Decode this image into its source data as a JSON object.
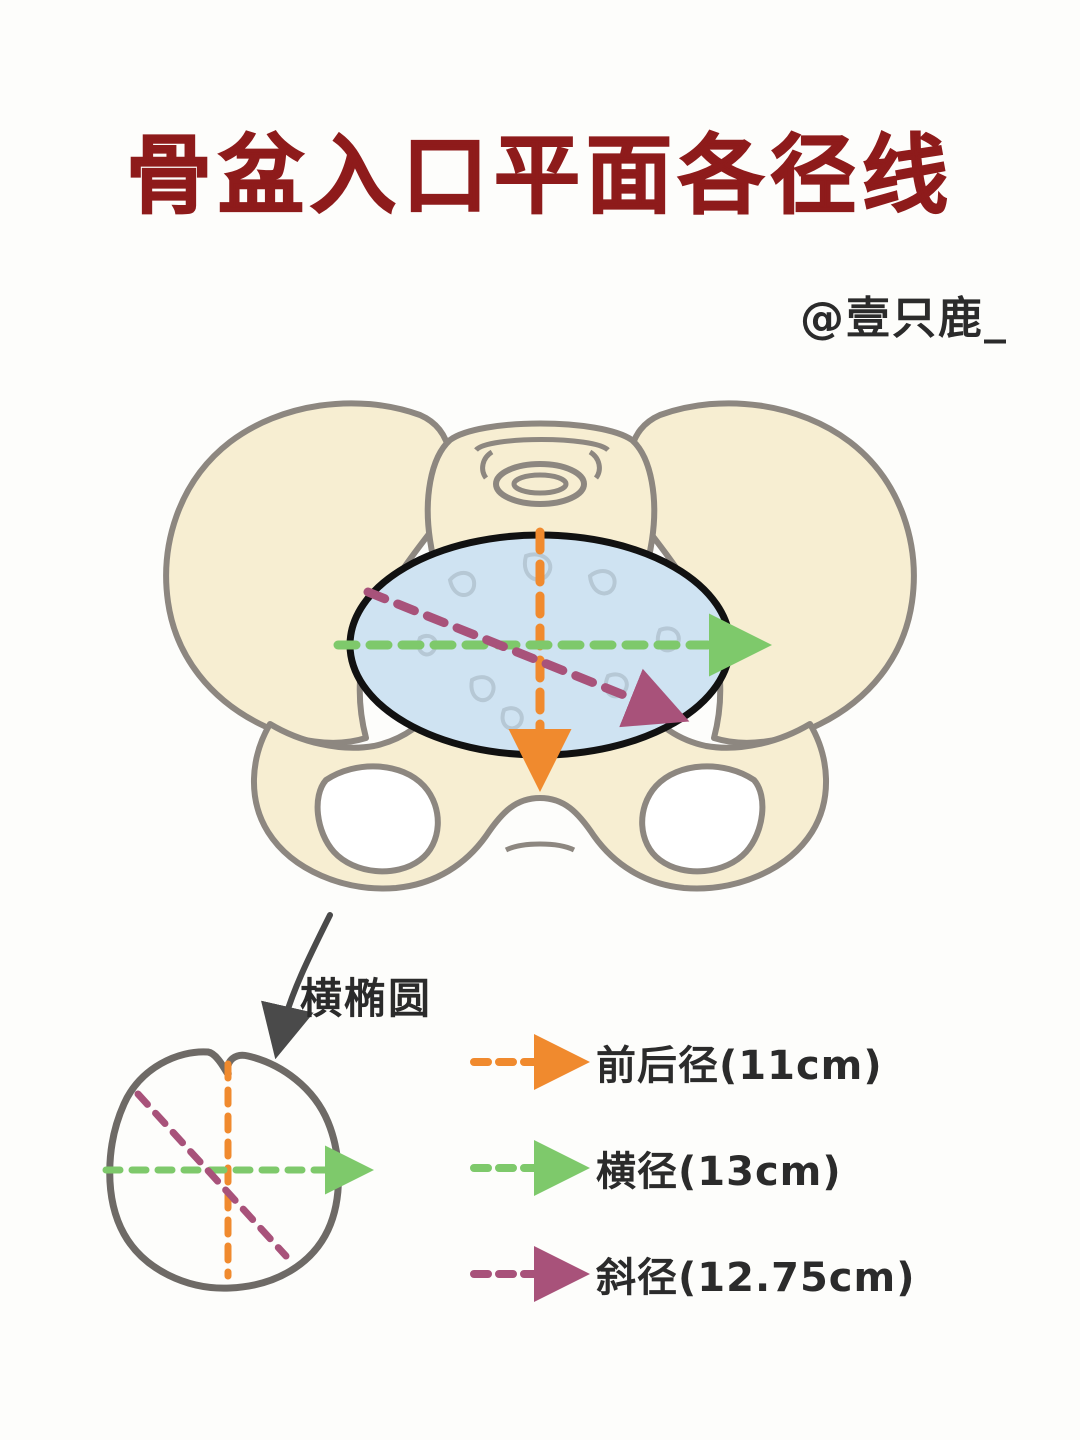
{
  "page": {
    "title": "骨盆入口平面各径线",
    "title_color": "#8e1b1b",
    "handle": "@壹只鹿_",
    "background": "#fdfdfb"
  },
  "diagram": {
    "main_figure_name": "female-pelvis-anterior-view",
    "inlet_shape_label": "横椭圆",
    "bone_fill": "#f7eed2",
    "bone_stroke": "#8d8780",
    "inlet_fill": "#cfe3f2",
    "inlet_stroke": "#111111",
    "small_figure_name": "pelvic-inlet-transverse-oval"
  },
  "legend": {
    "items": [
      {
        "id": "anteroposterior",
        "label": "前后径(11cm)",
        "color": "#f08a2e",
        "value_cm": 11,
        "style": "dashed-arrow"
      },
      {
        "id": "transverse",
        "label": "横径(13cm)",
        "color": "#7ec96b",
        "value_cm": 13,
        "style": "dashed-arrow"
      },
      {
        "id": "oblique",
        "label": "斜径(12.75cm)",
        "color": "#a8527a",
        "value_cm": 12.75,
        "style": "dashed-arrow"
      }
    ]
  }
}
